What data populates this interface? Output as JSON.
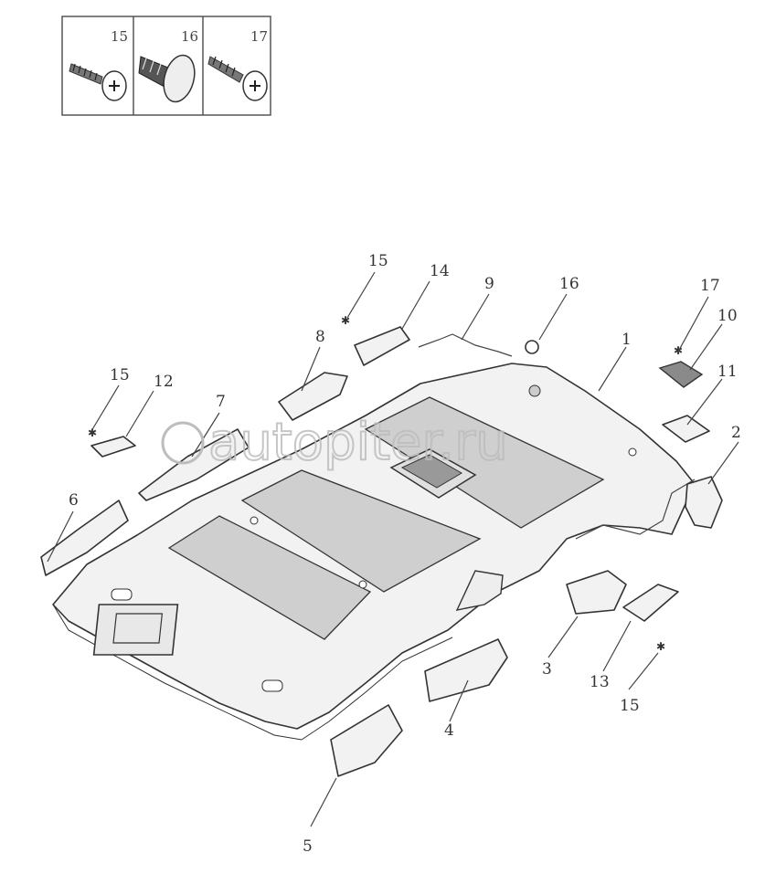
{
  "watermark": "autopiter.ru",
  "fastener_box": {
    "labels": [
      "15",
      "16",
      "17"
    ]
  },
  "callouts": [
    "1",
    "2",
    "3",
    "4",
    "5",
    "6",
    "7",
    "8",
    "9",
    "10",
    "11",
    "12",
    "13",
    "14",
    "15",
    "15",
    "15",
    "16",
    "17"
  ]
}
